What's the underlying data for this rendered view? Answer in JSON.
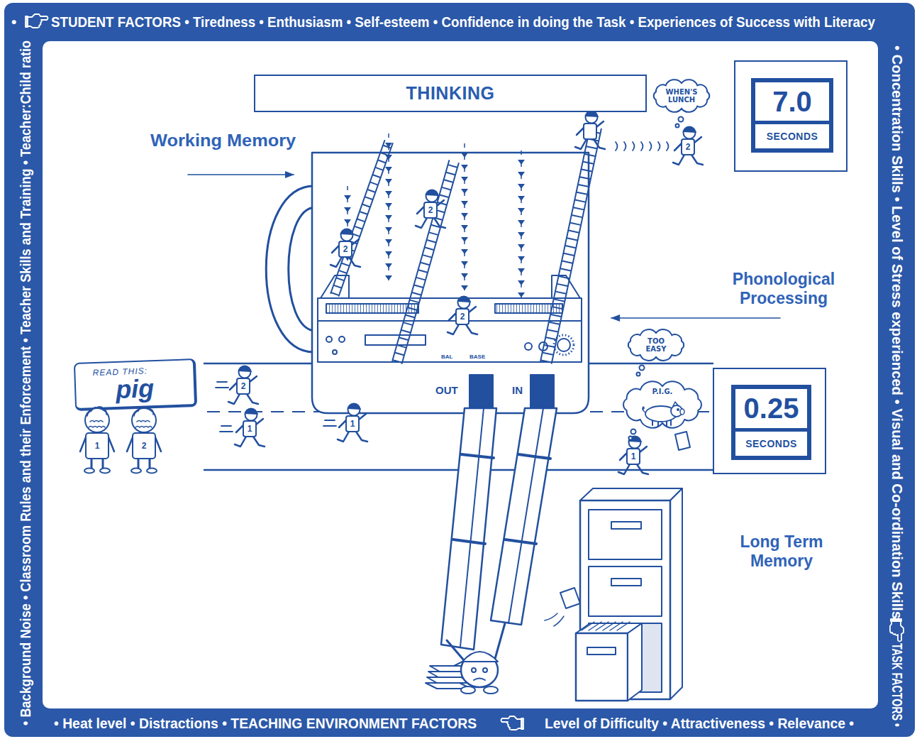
{
  "diagram": {
    "nodes": [
      {
        "text": [
          "THINKING"
        ]
      },
      {
        "text": [
          "WHEN'S LUNCH"
        ]
      },
      {
        "text": [
          "7.0",
          "SECONDS"
        ]
      },
      {
        "text": [
          "TOO EASY"
        ]
      },
      {
        "text": [
          "READ THIS:",
          "pig"
        ]
      },
      {
        "text": [
          "P.I.G."
        ]
      },
      {
        "text": [
          "0.25",
          "SECONDS"
        ]
      }
    ],
    "labels": [
      "•",
      "STUDENT FACTORS • Tiredness • Enthusiasm • Self-esteem • Confidence in doing the Task • Experiences of Success with Literacy",
      "• Concentration Skills • Level of Stress experienced • Visual and Co-ordination Skills",
      "TASK FACTORS •",
      "• Heat level • Distractions • TEACHING ENVIRONMENT FACTORS",
      "Level of Difficulty • Attractiveness • Relevance •",
      "• Background Noise • Classroom Rules and their Enforcement • Teacher Skills and Training • Teacher:Child ratio",
      "Working Memory",
      "Phonological Processing",
      "Long Term Memory",
      "OUT",
      "IN",
      "BAL",
      "BASE",
      "1",
      "2",
      "2",
      "1",
      "1",
      "1",
      "2",
      "2",
      "2",
      "2"
    ]
  }
}
